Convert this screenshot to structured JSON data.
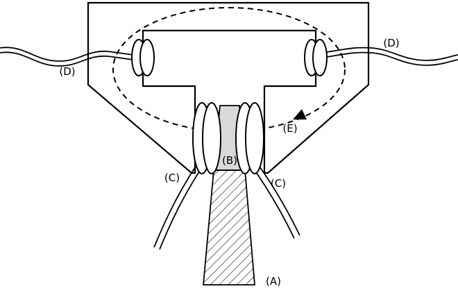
{
  "figure": {
    "labels": {
      "a": "(A)",
      "b": "(B)",
      "c_left": "(C)",
      "c_right": "(C)",
      "d_left": "(D)",
      "d_right": "(D)",
      "e": "(E)"
    },
    "colors": {
      "line": "#000000",
      "background": "#ffffff",
      "shade": "#d9d9d9"
    }
  }
}
